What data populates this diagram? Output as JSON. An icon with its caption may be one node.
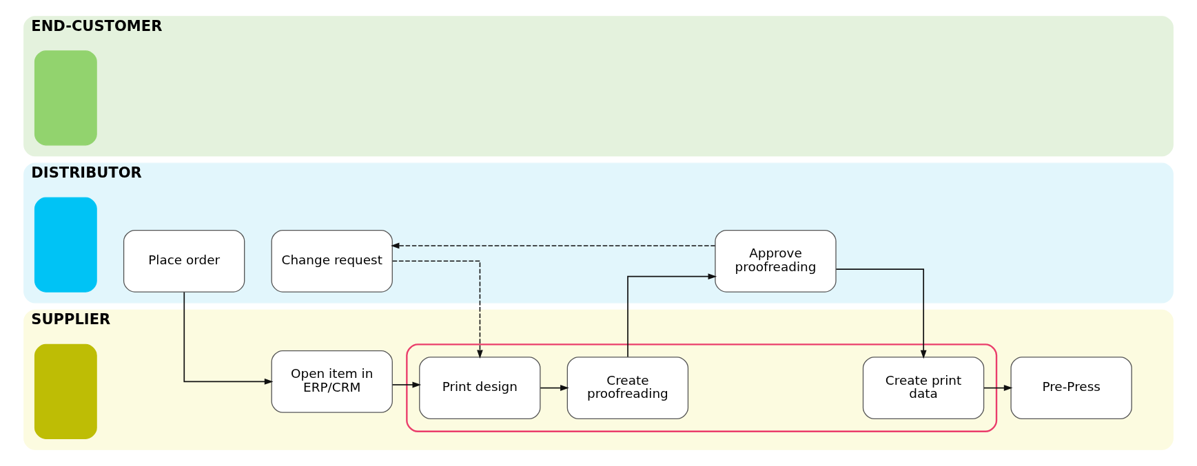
{
  "diagram": {
    "nodes": [
      {
        "text": [
          "END-CUSTOMER"
        ]
      },
      {
        "text": [],
        "shape": "box",
        "in": 0
      },
      {
        "text": [
          "DISTRIBUTOR"
        ]
      },
      {
        "text": [],
        "shape": "box",
        "in": 2
      },
      {
        "text": [
          "Place order"
        ],
        "in": 2
      },
      {
        "text": [
          "Change request"
        ],
        "in": 2
      },
      {
        "text": [
          "Approve proofreading"
        ],
        "in": 2
      },
      {
        "text": [
          "SUPPLIER"
        ]
      },
      {
        "text": [],
        "shape": "box",
        "in": 7
      },
      {
        "text": [
          "Open item in ERP/CRM"
        ],
        "in": 7
      },
      {
        "text": [],
        "shape": "box",
        "in": 7
      },
      {
        "text": [
          "Print design"
        ],
        "in": 10
      },
      {
        "text": [
          "Create proofreading"
        ],
        "in": 10
      },
      {
        "text": [
          "Create print data"
        ],
        "in": 10
      },
      {
        "text": [
          "Pre-Press"
        ],
        "in": 7
      }
    ],
    "edges": [
      {
        "from": 4,
        "to": 9,
        "arrow": "to"
      },
      {
        "from": 5,
        "to": 11,
        "arrow": "to",
        "style": "dashed"
      },
      {
        "from": 6,
        "to": 5,
        "arrow": "to",
        "style": "dashed"
      },
      {
        "from": 9,
        "to": 11,
        "arrow": "to"
      },
      {
        "from": 11,
        "to": 12,
        "arrow": "to"
      },
      {
        "from": 12,
        "to": 6,
        "arrow": "to"
      },
      {
        "from": 6,
        "to": 13,
        "arrow": "to"
      },
      {
        "from": 13,
        "to": 14,
        "arrow": "to"
      }
    ]
  }
}
